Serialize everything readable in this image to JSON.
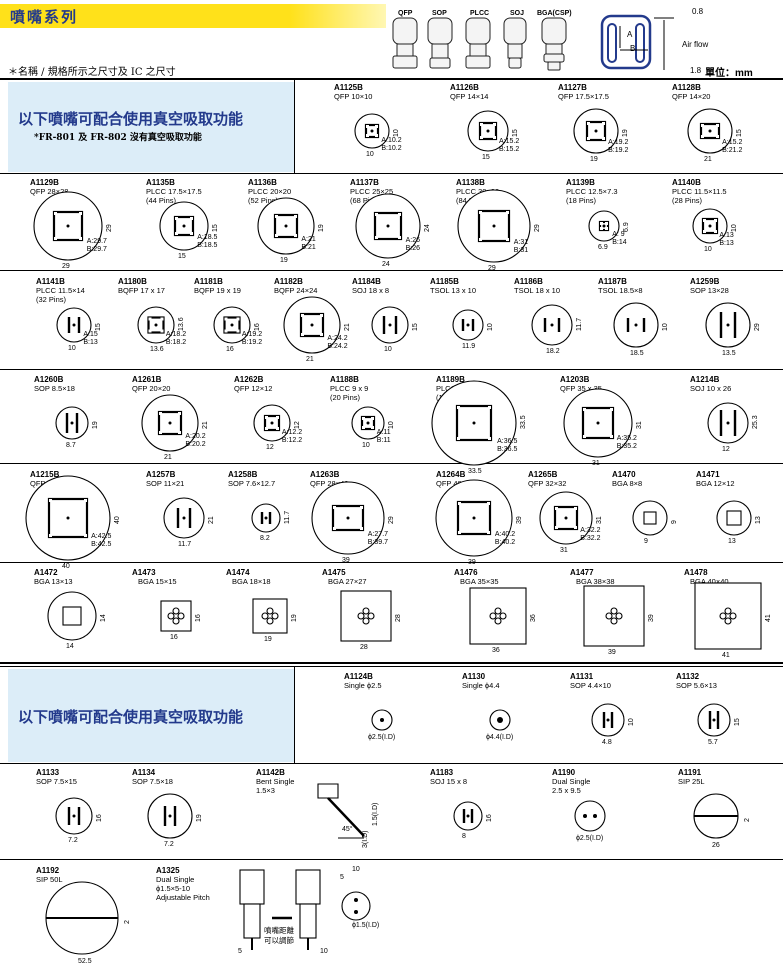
{
  "header": {
    "title": "噴嘴系列",
    "subtitle": "＊名稱 / 規格所示之尺寸及 IC 之尺寸",
    "unit": "單位：mm",
    "nozzle_types": [
      "QFP",
      "SOP",
      "PLCC",
      "SOJ",
      "BGA(CSP)"
    ],
    "airflow": {
      "label": "Air flow",
      "a": "A",
      "b": "B",
      "dim_top": "0.8",
      "dim_bottom": "1.8"
    }
  },
  "notice1": {
    "main": "以下噴嘴可配合使用真空吸取功能",
    "sub": "*FR-801 及 FR-802 沒有真空吸取功能"
  },
  "notice2": {
    "main": "以下噴嘴可配合使用真空吸取功能"
  },
  "items": [
    {
      "code": "A1125B",
      "desc": "QFP 10×10",
      "w": "10",
      "h": "10",
      "a": "A:10.2",
      "b": "B:10.2"
    },
    {
      "code": "A1126B",
      "desc": "QFP 14×14",
      "w": "15",
      "h": "15",
      "a": "A:15.2",
      "b": "B:15.2"
    },
    {
      "code": "A1127B",
      "desc": "QFP 17.5×17.5",
      "w": "19",
      "h": "19",
      "a": "A:19.2",
      "b": "B:19.2"
    },
    {
      "code": "A1128B",
      "desc": "QFP 14×20",
      "w": "21",
      "h": "15",
      "a": "A:15.2",
      "b": "B:21.2"
    },
    {
      "code": "A1129B",
      "desc": "QFP 28×28",
      "w": "29",
      "h": "29",
      "a": "A:29.7",
      "b": "B:29.7"
    },
    {
      "code": "A1135B",
      "desc": "PLCC 17.5×17.5",
      "desc2": "(44 Pins)",
      "w": "15",
      "h": "15",
      "a": "A:18.5",
      "b": "B:18.5"
    },
    {
      "code": "A1136B",
      "desc": "PLCC 20×20",
      "desc2": "(52 Pins)",
      "w": "19",
      "h": "19",
      "a": "A:21",
      "b": "B:21"
    },
    {
      "code": "A1137B",
      "desc": "PLCC 25×25",
      "desc2": "(68 Pins)",
      "w": "24",
      "h": "24",
      "a": "A:26",
      "b": "B:26"
    },
    {
      "code": "A1138B",
      "desc": "PLCC 30×30",
      "desc2": "(84 Pins)",
      "w": "29",
      "h": "29",
      "a": "A:31",
      "b": "B:31"
    },
    {
      "code": "A1139B",
      "desc": "PLCC 12.5×7.3",
      "desc2": "(18 Pins)",
      "w": "6.9",
      "h": "6.9",
      "a": "A: 9",
      "b": "B:14"
    },
    {
      "code": "A1140B",
      "desc": "PLCC 11.5×11.5",
      "desc2": "(28 Pins)",
      "w": "10",
      "h": "10",
      "a": "A:13",
      "b": "B:13"
    },
    {
      "code": "A1141B",
      "desc": "PLCC 11.5×14",
      "desc2": "(32 Pins)",
      "w": "10",
      "h": "15",
      "a": "A:15",
      "b": "B:13"
    },
    {
      "code": "A1180B",
      "desc": "BQFP 17 x 17",
      "w": "13.6",
      "h": "13.6",
      "a": "A:18.2",
      "b": "B:18.2"
    },
    {
      "code": "A1181B",
      "desc": "BQFP 19 x 19",
      "w": "16",
      "h": "16",
      "a": "A:19.2",
      "b": "B:19.2"
    },
    {
      "code": "A1182B",
      "desc": "BQFP 24×24",
      "w": "21",
      "h": "21",
      "a": "A:24.2",
      "b": "B:24.2"
    },
    {
      "code": "A1184B",
      "desc": "SOJ 18 x 8",
      "w": "10",
      "h": "15"
    },
    {
      "code": "A1185B",
      "desc": "TSOL 13 x 10",
      "w": "11.9",
      "h": "10"
    },
    {
      "code": "A1186B",
      "desc": "TSOL 18 x 10",
      "w": "18.2",
      "h": "11.7"
    },
    {
      "code": "A1187B",
      "desc": "TSOL 18.5×8",
      "w": "18.5",
      "h": "10"
    },
    {
      "code": "A1259B",
      "desc": "SOP 13×28",
      "w": "13.5",
      "h": "29"
    },
    {
      "code": "A1260B",
      "desc": "SOP 8.5×18",
      "w": "8.7",
      "h": "19"
    },
    {
      "code": "A1261B",
      "desc": "QFP 20×20",
      "w": "21",
      "h": "21",
      "a": "A:20.2",
      "b": "B:20.2"
    },
    {
      "code": "A1262B",
      "desc": "QFP 12×12",
      "w": "12",
      "h": "12",
      "a": "A:12.2",
      "b": "B:12.2"
    },
    {
      "code": "A1188B",
      "desc": "PLCC 9 x 9",
      "desc2": "(20 Pins)",
      "w": "10",
      "h": "10",
      "a": "A:11",
      "b": "B:11"
    },
    {
      "code": "A1189B",
      "desc": "PLCC 34 x 34",
      "desc2": "(100 Pins)",
      "w": "33.5",
      "h": "33.5",
      "a": "A:36.5",
      "b": "B:36.5"
    },
    {
      "code": "A1203B",
      "desc": "QFP 35 x 35",
      "w": "31",
      "h": "31",
      "a": "A:35.2",
      "b": "B:35.2"
    },
    {
      "code": "A1214B",
      "desc": "SOJ 10 x 26",
      "w": "12",
      "h": "25.3"
    },
    {
      "code": "A1215B",
      "desc": "QFP 42.5 x 42.5",
      "w": "40",
      "h": "40",
      "a": "A:42.5",
      "b": "B:42.5"
    },
    {
      "code": "A1257B",
      "desc": "SOP 11×21",
      "w": "11.7",
      "h": "21"
    },
    {
      "code": "A1258B",
      "desc": "SOP 7.6×12.7",
      "w": "8.2",
      "h": "11.7"
    },
    {
      "code": "A1263B",
      "desc": "QFP 28×40",
      "w": "39",
      "h": "29",
      "a": "A:27.7",
      "b": "B:39.7"
    },
    {
      "code": "A1264B",
      "desc": "QFP 40×40",
      "w": "39",
      "h": "39",
      "a": "A:40.2",
      "b": "B:40.2"
    },
    {
      "code": "A1265B",
      "desc": "QFP 32×32",
      "w": "31",
      "h": "31",
      "a": "A:32.2",
      "b": "B:32.2"
    },
    {
      "code": "A1470",
      "desc": "BGA 8×8",
      "w": "9",
      "h": "9"
    },
    {
      "code": "A1471",
      "desc": "BGA 12×12",
      "w": "13",
      "h": "13"
    },
    {
      "code": "A1472",
      "desc": "BGA 13×13",
      "w": "14",
      "h": "14"
    },
    {
      "code": "A1473",
      "desc": "BGA 15×15",
      "w": "16",
      "h": "16"
    },
    {
      "code": "A1474",
      "desc": "BGA 18×18",
      "w": "19",
      "h": "19"
    },
    {
      "code": "A1475",
      "desc": "BGA 27×27",
      "w": "28",
      "h": "28"
    },
    {
      "code": "A1476",
      "desc": "BGA 35×35",
      "w": "36",
      "h": "36"
    },
    {
      "code": "A1477",
      "desc": "BGA 38×38",
      "w": "39",
      "h": "39"
    },
    {
      "code": "A1478",
      "desc": "BGA 40×40",
      "w": "41",
      "h": "41"
    },
    {
      "code": "A1124B",
      "desc": "Single ϕ2.5",
      "w": "ϕ2.5(I.D)"
    },
    {
      "code": "A1130",
      "desc": "Single ϕ4.4",
      "w": "ϕ4.4(I.D)"
    },
    {
      "code": "A1131",
      "desc": "SOP 4.4×10",
      "w": "4.8",
      "h": "10"
    },
    {
      "code": "A1132",
      "desc": "SOP 5.6×13",
      "w": "5.7",
      "h": "15"
    },
    {
      "code": "A1133",
      "desc": "SOP 7.5×15",
      "w": "7.2",
      "h": "16"
    },
    {
      "code": "A1134",
      "desc": "SOP 7.5×18",
      "w": "7.2",
      "h": "19"
    },
    {
      "code": "A1142B",
      "desc": "Bent Single",
      "desc2": "1.5×3",
      "w": "45°",
      "h": "1.5(I.D)",
      "x": "3(I.D)"
    },
    {
      "code": "A1183",
      "desc": "SOJ 15 x 8",
      "w": "8",
      "h": "16"
    },
    {
      "code": "A1190",
      "desc": "Dual Single",
      "desc2": "2.5 x 9.5",
      "w": "ϕ2.5(I.D)"
    },
    {
      "code": "A1191",
      "desc": "SIP 25L",
      "w": "26",
      "h": "2"
    },
    {
      "code": "A1192",
      "desc": "SIP 50L",
      "w": "52.5",
      "h": "2"
    },
    {
      "code": "A1325",
      "desc": "Dual Single",
      "desc2": "ϕ1.5×5-10",
      "desc3": "Adjustable Pitch",
      "w": "10",
      "h": "5",
      "x": "ϕ1.5(I.D)",
      "l1": "5",
      "l2": "10",
      "note1": "噴嘴距離",
      "note2": "可以調節"
    }
  ]
}
